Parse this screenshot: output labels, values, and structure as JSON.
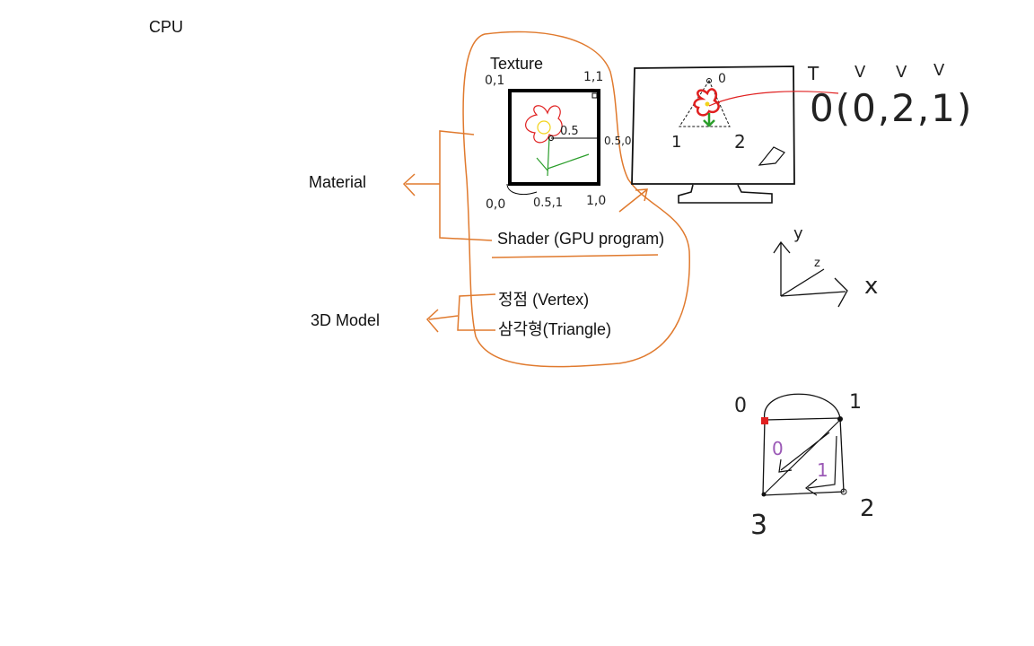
{
  "labels": {
    "cpu": "CPU",
    "texture": "Texture",
    "material": "Material",
    "shader": "Shader (GPU program)",
    "vertex": "정점 (Vertex)",
    "triangle": "삼각형(Triangle)",
    "model": "3D Model"
  },
  "texture_coords": {
    "top_left": "0,1",
    "top_right": "1,1",
    "center": "0.5",
    "right_mid": "0.5,0",
    "bottom_left": "0,0",
    "bottom_mid": "0.5,1",
    "bottom_right": "1,0"
  },
  "monitor": {
    "vertex_top": "0",
    "vertex_left": "1",
    "vertex_right": "2"
  },
  "tvvv": {
    "header": [
      "T",
      "V",
      "V",
      "V"
    ],
    "row": "0(0,2,1)"
  },
  "axes": {
    "y": "y",
    "z": "z",
    "x": "x"
  },
  "quad": {
    "v0": "0",
    "v1": "1",
    "v2": "2",
    "v3": "3",
    "tri0": "0",
    "tri1": "1"
  },
  "colors": {
    "orange": "#e07a2e",
    "red": "#e02020",
    "green": "#2a9d2a",
    "purple": "#9b59b6",
    "yellow": "#f2d31b"
  }
}
